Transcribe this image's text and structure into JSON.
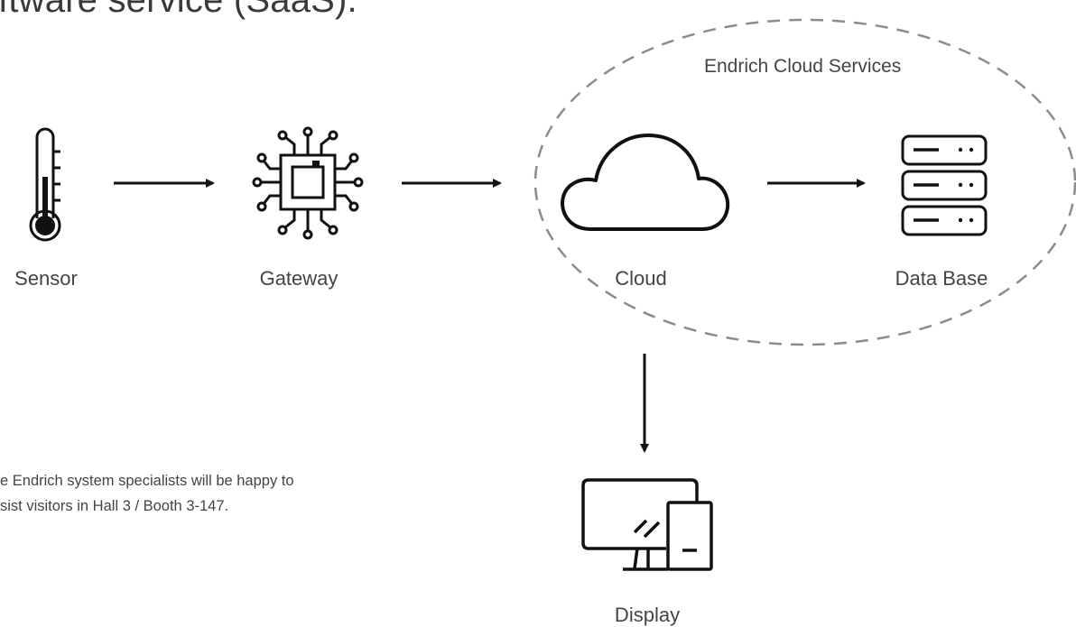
{
  "heading": "ftware service (SaaS).",
  "group": {
    "label": "Endrich Cloud Services"
  },
  "nodes": {
    "sensor": "Sensor",
    "gateway": "Gateway",
    "cloud": "Cloud",
    "database": "Data Base",
    "display": "Display"
  },
  "caption": {
    "line1": "e Endrich system specialists will be happy to",
    "line2": "sist visitors in Hall 3 / Booth 3-147."
  },
  "colors": {
    "stroke": "#111111",
    "dashed": "#8c8c8c",
    "text": "#444444"
  }
}
